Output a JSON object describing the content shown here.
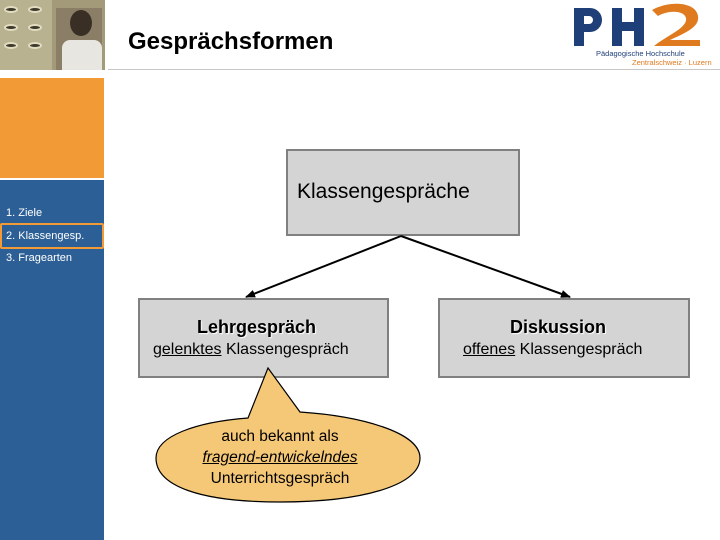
{
  "header": {
    "title": "Gesprächsformen",
    "logo_name": "PHZ",
    "logo_line1": "Pädagogische Hochschule",
    "logo_line2": "Zentralschweiz · Luzern"
  },
  "nav": {
    "items": [
      {
        "label": "1. Ziele"
      },
      {
        "label": "2. Klassengesp.",
        "active": true
      },
      {
        "label": "3. Fragearten"
      }
    ]
  },
  "diagram": {
    "root": "Klassengespräche",
    "left": {
      "title": "Lehrgespräch",
      "desc_keyword": "gelenktes",
      "desc_rest": "Klassengespräch"
    },
    "right": {
      "title": "Diskussion",
      "desc_keyword": "offenes",
      "desc_rest": "Klassengespräch"
    },
    "callout": {
      "line1": "auch bekannt als",
      "line2": "fragend-entwickelndes",
      "line3": "Unterrichtsgespräch"
    }
  },
  "colors": {
    "nav_blue": "#2c5f95",
    "nav_orange": "#f29a35",
    "box_fill": "#d4d4d4",
    "callout_fill": "#f5c878",
    "logo_blue": "#1f3f78",
    "logo_orange": "#e07a1f"
  }
}
